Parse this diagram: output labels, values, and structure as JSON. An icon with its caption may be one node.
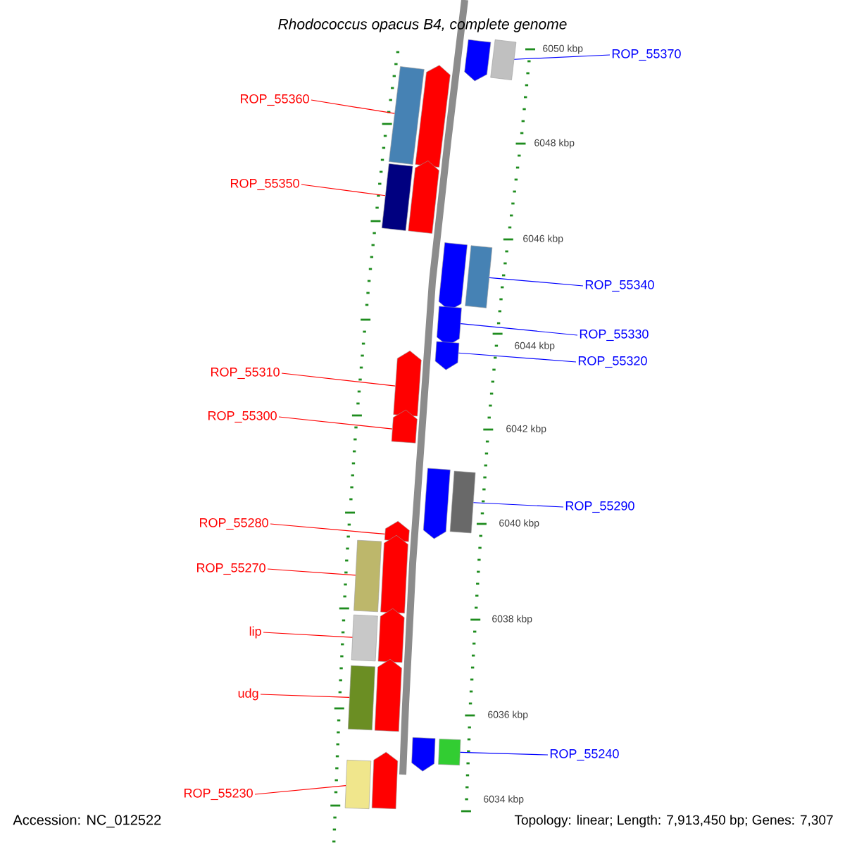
{
  "diagram": {
    "title": "Rhodococcus opacus B4, complete genome",
    "nodes": [
      {
        "text": [
          "ROP_55370"
        ]
      },
      {
        "text": [
          "ROP_55360"
        ]
      },
      {
        "text": [
          "ROP_55350"
        ]
      },
      {
        "text": [
          "ROP_55340"
        ]
      },
      {
        "text": [
          "ROP_55330"
        ]
      },
      {
        "text": [
          "ROP_55320"
        ]
      },
      {
        "text": [
          "ROP_55310"
        ]
      },
      {
        "text": [
          "ROP_55300"
        ]
      },
      {
        "text": [
          "ROP_55290"
        ]
      },
      {
        "text": [
          "ROP_55280"
        ]
      },
      {
        "text": [
          "ROP_55270"
        ]
      },
      {
        "text": [
          "lip"
        ]
      },
      {
        "text": [
          "udg"
        ]
      },
      {
        "text": [
          "ROP_55240"
        ]
      },
      {
        "text": [
          "ROP_55230"
        ]
      },
      {
        "text": [],
        "shape": "pentagon"
      },
      {
        "text": [],
        "shape": "bar"
      },
      {
        "text": [],
        "shape": "bar"
      },
      {
        "text": [],
        "shape": "pentagon"
      },
      {
        "text": [],
        "shape": "bar"
      },
      {
        "text": [],
        "shape": "pentagon"
      },
      {
        "text": [],
        "shape": "pentagon"
      },
      {
        "text": [],
        "shape": "bar"
      },
      {
        "text": [],
        "shape": "pentagon"
      },
      {
        "text": [],
        "shape": "pentagon"
      },
      {
        "text": [],
        "shape": "pentagon"
      },
      {
        "text": [],
        "shape": "pentagon"
      },
      {
        "text": [],
        "shape": "pentagon"
      },
      {
        "text": [],
        "shape": "bar"
      },
      {
        "text": [],
        "shape": "pentagon"
      },
      {
        "text": [],
        "shape": "bar"
      },
      {
        "text": [],
        "shape": "pentagon"
      },
      {
        "text": [],
        "shape": "bar"
      },
      {
        "text": [],
        "shape": "pentagon"
      },
      {
        "text": [],
        "shape": "bar"
      },
      {
        "text": [],
        "shape": "pentagon"
      },
      {
        "text": [],
        "shape": "pentagon"
      },
      {
        "text": [],
        "shape": "bar"
      },
      {
        "text": [],
        "shape": "bar"
      },
      {
        "text": [],
        "shape": "pentagon"
      }
    ],
    "edges": [
      {
        "from": 0,
        "to": 16,
        "arrow": "none",
        "color": "#0000ff"
      },
      {
        "from": 1,
        "to": 17,
        "arrow": "none"
      },
      {
        "from": 2,
        "to": 19,
        "arrow": "none"
      },
      {
        "from": 3,
        "to": 22,
        "arrow": "none",
        "color": "#0000ff"
      },
      {
        "from": 4,
        "to": 23,
        "arrow": "none",
        "color": "#0000ff"
      },
      {
        "from": 5,
        "to": 24,
        "arrow": "none",
        "color": "#0000ff"
      },
      {
        "from": 6,
        "to": 25,
        "arrow": "none"
      },
      {
        "from": 7,
        "to": 26,
        "arrow": "none"
      },
      {
        "from": 8,
        "to": 28,
        "arrow": "none",
        "color": "#0000ff"
      },
      {
        "from": 9,
        "to": 29,
        "arrow": "none"
      },
      {
        "from": 10,
        "to": 30,
        "arrow": "none"
      },
      {
        "from": 11,
        "to": 32,
        "arrow": "none"
      },
      {
        "from": 12,
        "to": 34,
        "arrow": "none"
      },
      {
        "from": 13,
        "to": 37,
        "arrow": "none",
        "color": "#0000ff"
      },
      {
        "from": 14,
        "to": 38,
        "arrow": "none"
      }
    ],
    "labels": [
      "6050 kbp",
      "6048 kbp",
      "6046 kbp",
      "6044 kbp",
      "6042 kbp",
      "6040 kbp",
      "6038 kbp",
      "6036 kbp",
      "6034 kbp",
      "Accession: NC_012522",
      "Topology: linear; Length: 7,913,450 bp; Genes: 7,307"
    ]
  }
}
